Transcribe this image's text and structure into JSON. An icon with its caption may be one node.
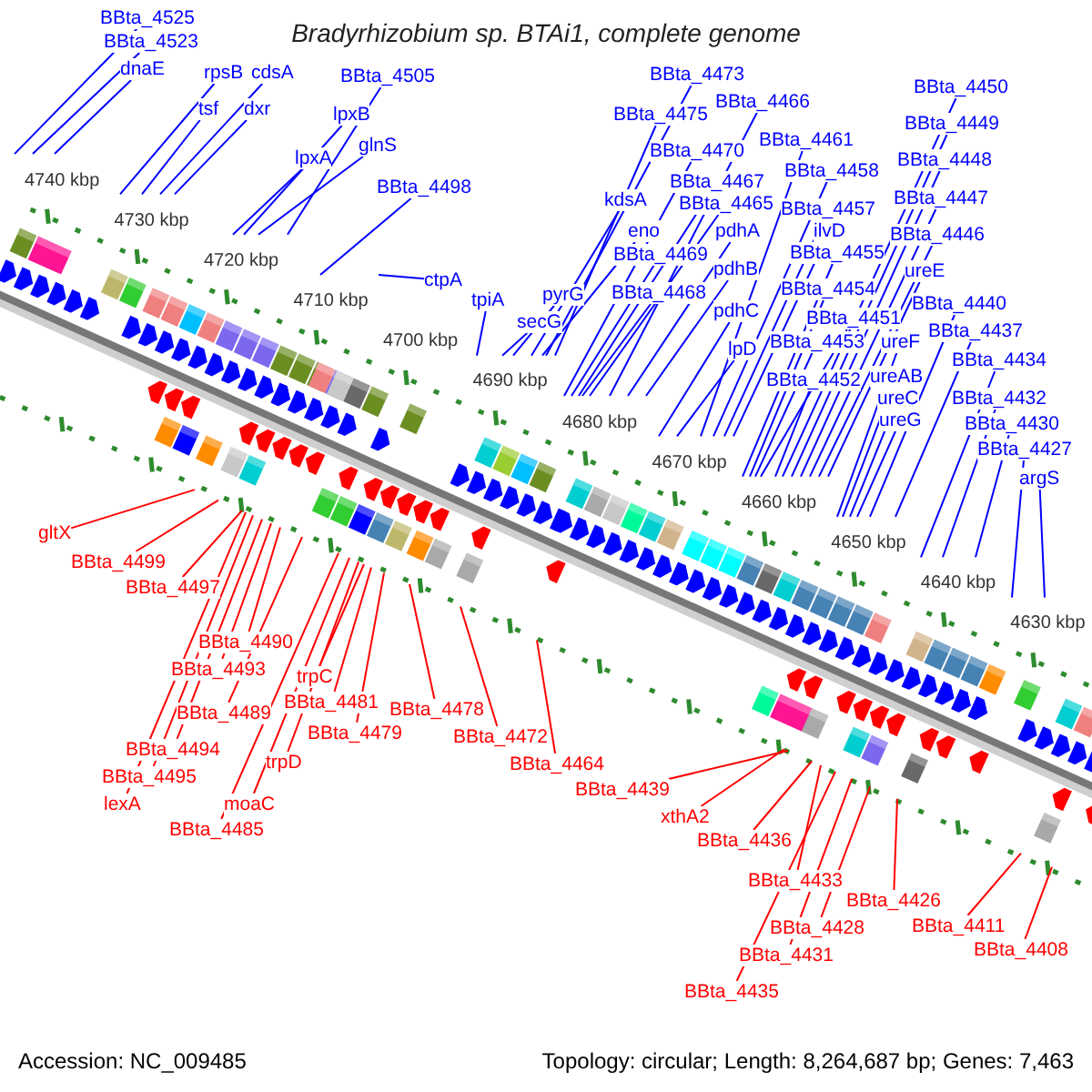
{
  "diagram": {
    "title": "Bradyrhizobium sp. BTAi1, complete genome",
    "nodes": [
      {
        "text": [
          "BBta_4525"
        ]
      },
      {
        "text": [
          "BBta_4523"
        ]
      },
      {
        "text": [
          "dnaE"
        ]
      },
      {
        "text": [
          "rpsB"
        ]
      },
      {
        "text": [
          "cdsA"
        ]
      },
      {
        "text": [
          "tsf"
        ]
      },
      {
        "text": [
          "dxr"
        ]
      },
      {
        "text": [
          "BBta_4505"
        ]
      },
      {
        "text": [
          "lpxB"
        ]
      },
      {
        "text": [
          "lpxA"
        ]
      },
      {
        "text": [
          "glnS"
        ]
      },
      {
        "text": [
          "BBta_4498"
        ]
      },
      {
        "text": [
          "ctpA"
        ]
      },
      {
        "text": [
          "tpiA"
        ]
      },
      {
        "text": [
          "pyrG"
        ]
      },
      {
        "text": [
          "secG"
        ]
      },
      {
        "text": [
          "BBta_4473"
        ]
      },
      {
        "text": [
          "BBta_4475"
        ]
      },
      {
        "text": [
          "kdsA"
        ]
      },
      {
        "text": [
          "BBta_4470"
        ]
      },
      {
        "text": [
          "eno"
        ]
      },
      {
        "text": [
          "BBta_4467"
        ]
      },
      {
        "text": [
          "BBta_4465"
        ]
      },
      {
        "text": [
          "BBta_4469"
        ]
      },
      {
        "text": [
          "BBta_4468"
        ]
      },
      {
        "text": [
          "BBta_4466"
        ]
      },
      {
        "text": [
          "pdhA"
        ]
      },
      {
        "text": [
          "pdhB"
        ]
      },
      {
        "text": [
          "pdhC"
        ]
      },
      {
        "text": [
          "lpD"
        ]
      },
      {
        "text": [
          "BBta_4461"
        ]
      },
      {
        "text": [
          "BBta_4458"
        ]
      },
      {
        "text": [
          "BBta_4457"
        ]
      },
      {
        "text": [
          "ilvD"
        ]
      },
      {
        "text": [
          "BBta_4455"
        ]
      },
      {
        "text": [
          "BBta_4454"
        ]
      },
      {
        "text": [
          "BBta_4451"
        ]
      },
      {
        "text": [
          "BBta_4453"
        ]
      },
      {
        "text": [
          "BBta_4452"
        ]
      },
      {
        "text": [
          "BBta_4450"
        ]
      },
      {
        "text": [
          "BBta_4449"
        ]
      },
      {
        "text": [
          "BBta_4448"
        ]
      },
      {
        "text": [
          "BBta_4447"
        ]
      },
      {
        "text": [
          "BBta_4446"
        ]
      },
      {
        "text": [
          "ureE"
        ]
      },
      {
        "text": [
          "ureF"
        ]
      },
      {
        "text": [
          "ureAB"
        ]
      },
      {
        "text": [
          "ureC"
        ]
      },
      {
        "text": [
          "ureG"
        ]
      },
      {
        "text": [
          "BBta_4440"
        ]
      },
      {
        "text": [
          "BBta_4437"
        ]
      },
      {
        "text": [
          "BBta_4434"
        ]
      },
      {
        "text": [
          "BBta_4432"
        ]
      },
      {
        "text": [
          "BBta_4430"
        ]
      },
      {
        "text": [
          "BBta_4427"
        ]
      },
      {
        "text": [
          "argS"
        ]
      },
      {
        "text": [
          "gltX"
        ]
      },
      {
        "text": [
          "BBta_4499"
        ]
      },
      {
        "text": [
          "BBta_4497"
        ]
      },
      {
        "text": [
          "BBta_4490"
        ]
      },
      {
        "text": [
          "BBta_4493"
        ]
      },
      {
        "text": [
          "BBta_4489"
        ]
      },
      {
        "text": [
          "BBta_4494"
        ]
      },
      {
        "text": [
          "BBta_4495"
        ]
      },
      {
        "text": [
          "lexA"
        ]
      },
      {
        "text": [
          "BBta_4485"
        ]
      },
      {
        "text": [
          "moaC"
        ]
      },
      {
        "text": [
          "trpD"
        ]
      },
      {
        "text": [
          "trpC"
        ]
      },
      {
        "text": [
          "BBta_4481"
        ]
      },
      {
        "text": [
          "BBta_4479"
        ]
      },
      {
        "text": [
          "BBta_4478"
        ]
      },
      {
        "text": [
          "BBta_4472"
        ]
      },
      {
        "text": [
          "BBta_4464"
        ]
      },
      {
        "text": [
          "BBta_4439"
        ]
      },
      {
        "text": [
          "xthA2"
        ]
      },
      {
        "text": [
          "BBta_4436"
        ]
      },
      {
        "text": [
          "BBta_4433"
        ]
      },
      {
        "text": [
          "BBta_4428"
        ]
      },
      {
        "text": [
          "BBta_4431"
        ]
      },
      {
        "text": [
          "BBta_4435"
        ]
      },
      {
        "text": [
          "BBta_4426"
        ]
      },
      {
        "text": [
          "BBta_4411"
        ]
      },
      {
        "text": [
          "BBta_4408"
        ]
      }
    ],
    "edges": [
      {
        "from": 0,
        "to": null,
        "arrow": "none"
      },
      {
        "from": 1,
        "to": null,
        "arrow": "none"
      },
      {
        "from": 2,
        "to": null,
        "arrow": "none"
      },
      {
        "from": 3,
        "to": null,
        "arrow": "none"
      },
      {
        "from": 4,
        "to": null,
        "arrow": "none"
      },
      {
        "from": 5,
        "to": null,
        "arrow": "none"
      },
      {
        "from": 6,
        "to": null,
        "arrow": "none"
      },
      {
        "from": 7,
        "to": null,
        "arrow": "none"
      },
      {
        "from": 8,
        "to": null,
        "arrow": "none"
      },
      {
        "from": 9,
        "to": null,
        "arrow": "none"
      },
      {
        "from": 10,
        "to": null,
        "arrow": "none"
      },
      {
        "from": 11,
        "to": null,
        "arrow": "none"
      },
      {
        "from": 12,
        "to": null,
        "arrow": "none"
      },
      {
        "from": 13,
        "to": null,
        "arrow": "none"
      },
      {
        "from": 14,
        "to": null,
        "arrow": "none"
      },
      {
        "from": 15,
        "to": null,
        "arrow": "none"
      },
      {
        "from": 16,
        "to": null,
        "arrow": "none"
      },
      {
        "from": 17,
        "to": null,
        "arrow": "none"
      },
      {
        "from": 18,
        "to": null,
        "arrow": "none"
      },
      {
        "from": 19,
        "to": null,
        "arrow": "none"
      },
      {
        "from": 20,
        "to": null,
        "arrow": "none"
      },
      {
        "from": 21,
        "to": null,
        "arrow": "none"
      },
      {
        "from": 22,
        "to": null,
        "arrow": "none"
      },
      {
        "from": 23,
        "to": null,
        "arrow": "none"
      },
      {
        "from": 24,
        "to": null,
        "arrow": "none"
      },
      {
        "from": 25,
        "to": null,
        "arrow": "none"
      },
      {
        "from": 26,
        "to": null,
        "arrow": "none"
      },
      {
        "from": 27,
        "to": null,
        "arrow": "none"
      },
      {
        "from": 28,
        "to": null,
        "arrow": "none"
      },
      {
        "from": 29,
        "to": null,
        "arrow": "none"
      },
      {
        "from": 30,
        "to": null,
        "arrow": "none"
      },
      {
        "from": 31,
        "to": null,
        "arrow": "none"
      },
      {
        "from": 32,
        "to": null,
        "arrow": "none"
      },
      {
        "from": 33,
        "to": null,
        "arrow": "none"
      },
      {
        "from": 34,
        "to": null,
        "arrow": "none"
      },
      {
        "from": 35,
        "to": null,
        "arrow": "none"
      },
      {
        "from": 36,
        "to": null,
        "arrow": "none"
      },
      {
        "from": 37,
        "to": null,
        "arrow": "none"
      },
      {
        "from": 38,
        "to": null,
        "arrow": "none"
      },
      {
        "from": 39,
        "to": null,
        "arrow": "none"
      },
      {
        "from": 40,
        "to": null,
        "arrow": "none"
      },
      {
        "from": 41,
        "to": null,
        "arrow": "none"
      },
      {
        "from": 42,
        "to": null,
        "arrow": "none"
      },
      {
        "from": 43,
        "to": null,
        "arrow": "none"
      },
      {
        "from": 44,
        "to": null,
        "arrow": "none"
      },
      {
        "from": 45,
        "to": null,
        "arrow": "none"
      },
      {
        "from": 46,
        "to": null,
        "arrow": "none"
      },
      {
        "from": 47,
        "to": null,
        "arrow": "none"
      },
      {
        "from": 48,
        "to": null,
        "arrow": "none"
      },
      {
        "from": 49,
        "to": null,
        "arrow": "none"
      },
      {
        "from": 50,
        "to": null,
        "arrow": "none"
      },
      {
        "from": 51,
        "to": null,
        "arrow": "none"
      },
      {
        "from": 52,
        "to": null,
        "arrow": "none"
      },
      {
        "from": 53,
        "to": null,
        "arrow": "none"
      },
      {
        "from": 54,
        "to": null,
        "arrow": "none"
      },
      {
        "from": 55,
        "to": null,
        "arrow": "none"
      },
      {
        "from": 56,
        "to": null,
        "arrow": "none",
        "color": "#ff0000"
      },
      {
        "from": 57,
        "to": null,
        "arrow": "none",
        "color": "#ff0000"
      },
      {
        "from": 58,
        "to": null,
        "arrow": "none",
        "color": "#ff0000"
      },
      {
        "from": 59,
        "to": null,
        "arrow": "none",
        "color": "#ff0000"
      },
      {
        "from": 60,
        "to": null,
        "arrow": "none",
        "color": "#ff0000"
      },
      {
        "from": 61,
        "to": null,
        "arrow": "none",
        "color": "#ff0000"
      },
      {
        "from": 62,
        "to": null,
        "arrow": "none",
        "color": "#ff0000"
      },
      {
        "from": 63,
        "to": null,
        "arrow": "none",
        "color": "#ff0000"
      },
      {
        "from": 64,
        "to": null,
        "arrow": "none",
        "color": "#ff0000"
      },
      {
        "from": 65,
        "to": null,
        "arrow": "none",
        "color": "#ff0000"
      },
      {
        "from": 66,
        "to": null,
        "arrow": "none",
        "color": "#ff0000"
      },
      {
        "from": 67,
        "to": null,
        "arrow": "none",
        "color": "#ff0000"
      },
      {
        "from": 68,
        "to": null,
        "arrow": "none",
        "color": "#ff0000"
      },
      {
        "from": 69,
        "to": null,
        "arrow": "none",
        "color": "#ff0000"
      },
      {
        "from": 70,
        "to": null,
        "arrow": "none",
        "color": "#ff0000"
      },
      {
        "from": 71,
        "to": null,
        "arrow": "none",
        "color": "#ff0000"
      },
      {
        "from": 72,
        "to": null,
        "arrow": "none",
        "color": "#ff0000"
      },
      {
        "from": 73,
        "to": null,
        "arrow": "none",
        "color": "#ff0000"
      },
      {
        "from": 74,
        "to": null,
        "arrow": "none",
        "color": "#ff0000"
      },
      {
        "from": 75,
        "to": null,
        "arrow": "none",
        "color": "#ff0000"
      },
      {
        "from": 76,
        "to": null,
        "arrow": "none",
        "color": "#ff0000"
      },
      {
        "from": 77,
        "to": null,
        "arrow": "none",
        "color": "#ff0000"
      },
      {
        "from": 78,
        "to": null,
        "arrow": "none",
        "color": "#ff0000"
      },
      {
        "from": 79,
        "to": null,
        "arrow": "none",
        "color": "#ff0000"
      },
      {
        "from": 80,
        "to": null,
        "arrow": "none",
        "color": "#ff0000"
      },
      {
        "from": 81,
        "to": null,
        "arrow": "none",
        "color": "#ff0000"
      },
      {
        "from": 82,
        "to": null,
        "arrow": "none",
        "color": "#ff0000"
      },
      {
        "from": 83,
        "to": null,
        "arrow": "none",
        "color": "#ff0000"
      }
    ],
    "labels": [
      "4740 kbp",
      "4730 kbp",
      "4720 kbp",
      "4710 kbp",
      "4700 kbp",
      "4690 kbp",
      "4680 kbp",
      "4670 kbp",
      "4660 kbp",
      "4650 kbp",
      "4640 kbp",
      "4630 kbp",
      "Accession: NC_009485",
      "Topology: circular; Length: 8,264,687 bp; Genes: 7,463"
    ]
  }
}
